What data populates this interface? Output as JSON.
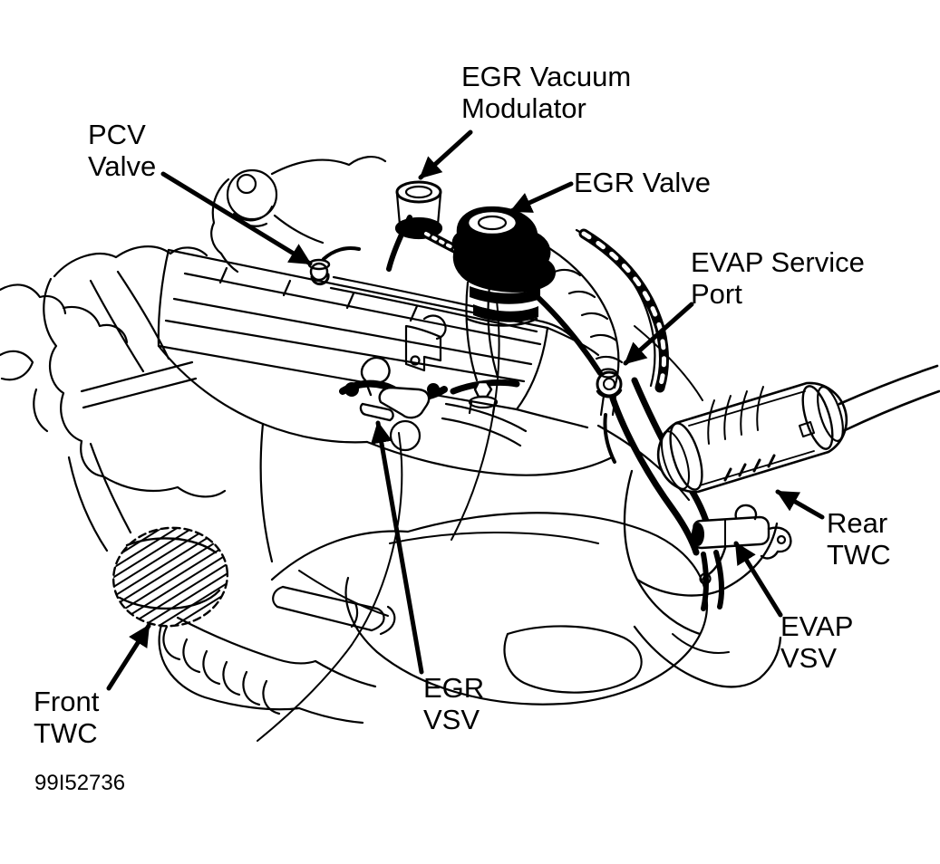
{
  "figure": {
    "code": "99I52736",
    "description": "Engine emission component location line-art diagram"
  },
  "colors": {
    "ink": "#000000",
    "paper": "#ffffff"
  },
  "callouts": {
    "egr_vacuum_modulator": {
      "text": "EGR Vacuum\nModulator"
    },
    "pcv_valve": {
      "text": "PCV\nValve"
    },
    "egr_valve": {
      "text": "EGR Valve"
    },
    "evap_service_port": {
      "text": "EVAP Service\nPort"
    },
    "rear_twc": {
      "text": "Rear\nTWC"
    },
    "evap_vsv": {
      "text": "EVAP\nVSV"
    },
    "egr_vsv": {
      "text": "EGR\nVSV"
    },
    "front_twc": {
      "text": "Front\nTWC"
    }
  }
}
